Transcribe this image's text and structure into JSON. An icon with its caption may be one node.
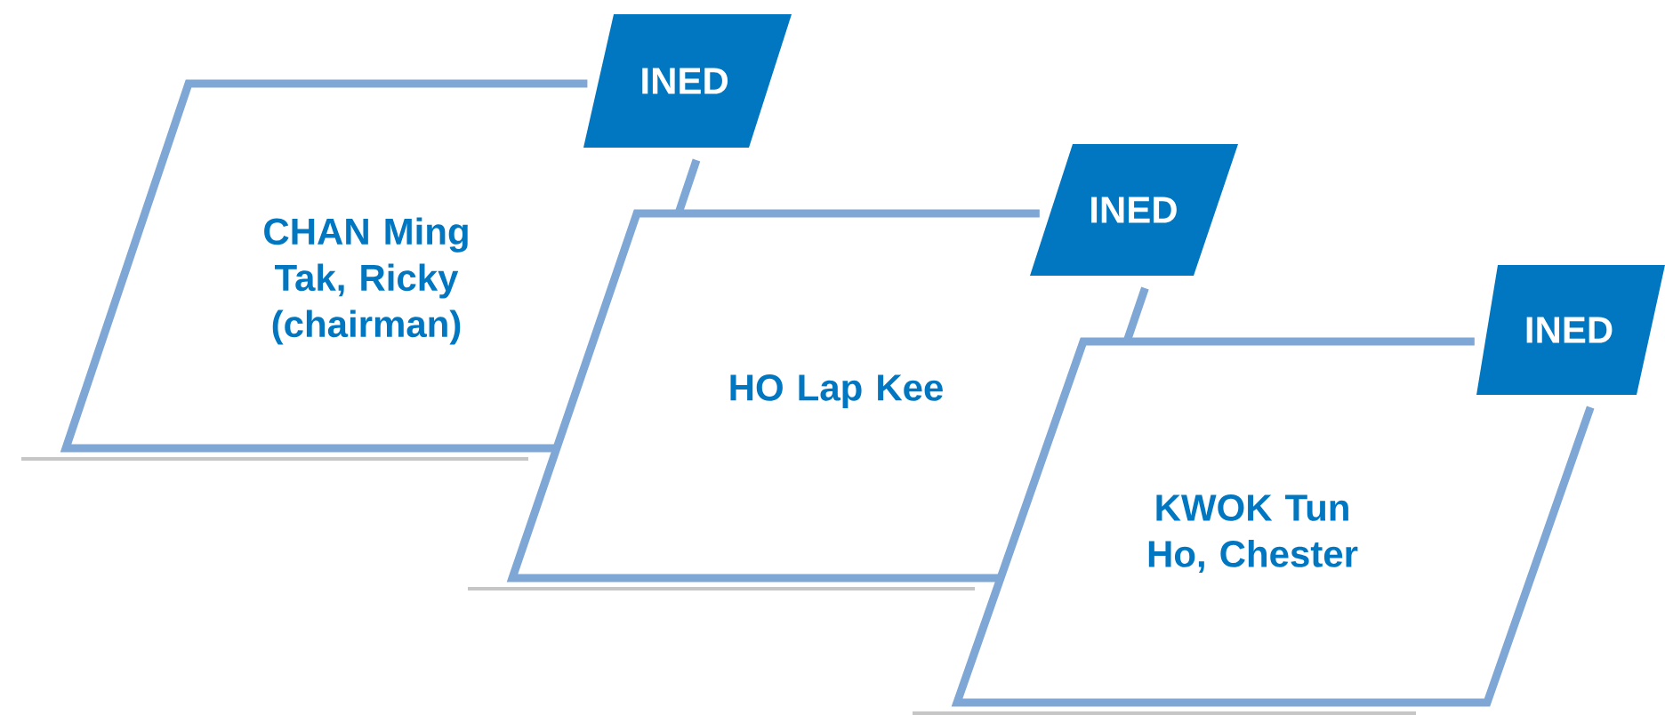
{
  "diagram": {
    "nodes": [
      {
        "text": [
          "CHAN Ming Tak, Ricky",
          "(chairman)"
        ]
      },
      {
        "text": [
          "INED"
        ]
      },
      {
        "text": [
          "HO Lap Kee"
        ]
      },
      {
        "text": [
          "INED"
        ]
      },
      {
        "text": [
          "KWOK Tun Ho, Chester"
        ]
      },
      {
        "text": [
          "INED"
        ]
      }
    ]
  }
}
